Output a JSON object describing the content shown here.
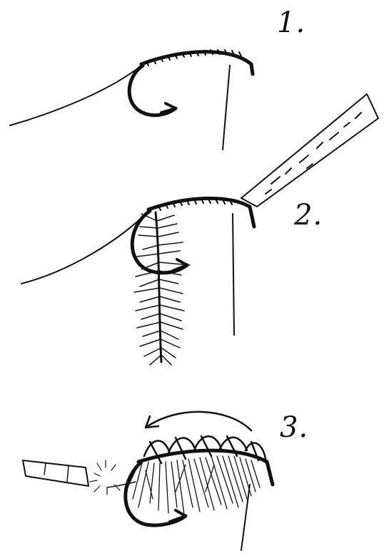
{
  "steps": [
    {
      "label": "1."
    },
    {
      "label": "2."
    },
    {
      "label": "3."
    }
  ],
  "colors": {
    "ink": "#111111",
    "background": "#ffffff"
  },
  "icons": [
    "hook-icon",
    "thread-icon",
    "chenille-strip-icon",
    "wind-arrow-icon"
  ]
}
